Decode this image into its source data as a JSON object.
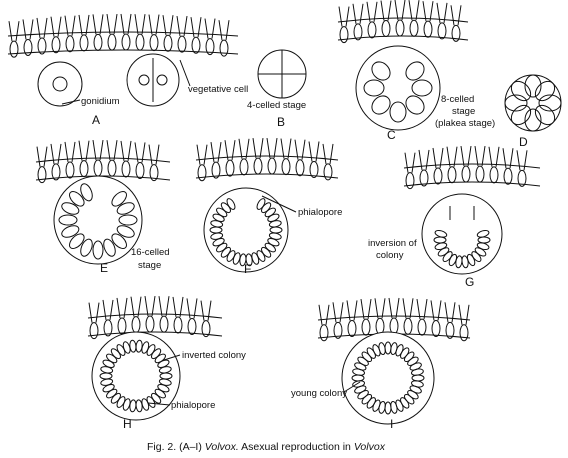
{
  "figure": {
    "caption_prefix": "Fig. 2. (A–I) ",
    "caption_italic_1": "Volvox.",
    "caption_middle": " Asexual reproduction in ",
    "caption_italic_2": "Volvox"
  },
  "panels": {
    "A": "A",
    "B": "B",
    "C": "C",
    "D": "D",
    "E": "E",
    "F": "F",
    "G": "G",
    "H": "H",
    "I": "I"
  },
  "labels": {
    "gonidium": "gonidium",
    "vegetative_cell": "vegetative cell",
    "four_celled": "4-celled stage",
    "eight_celled_1": "8-celled",
    "eight_celled_2": "stage",
    "eight_celled_3": "(plakea stage)",
    "sixteen_celled_1": "16-celled",
    "sixteen_celled_2": "stage",
    "phialopore_f": "phialopore",
    "inversion_1": "inversion of",
    "inversion_2": "colony",
    "inverted_colony": "inverted colony",
    "phialopore_h": "phialopore",
    "young_colony": "young colony"
  }
}
